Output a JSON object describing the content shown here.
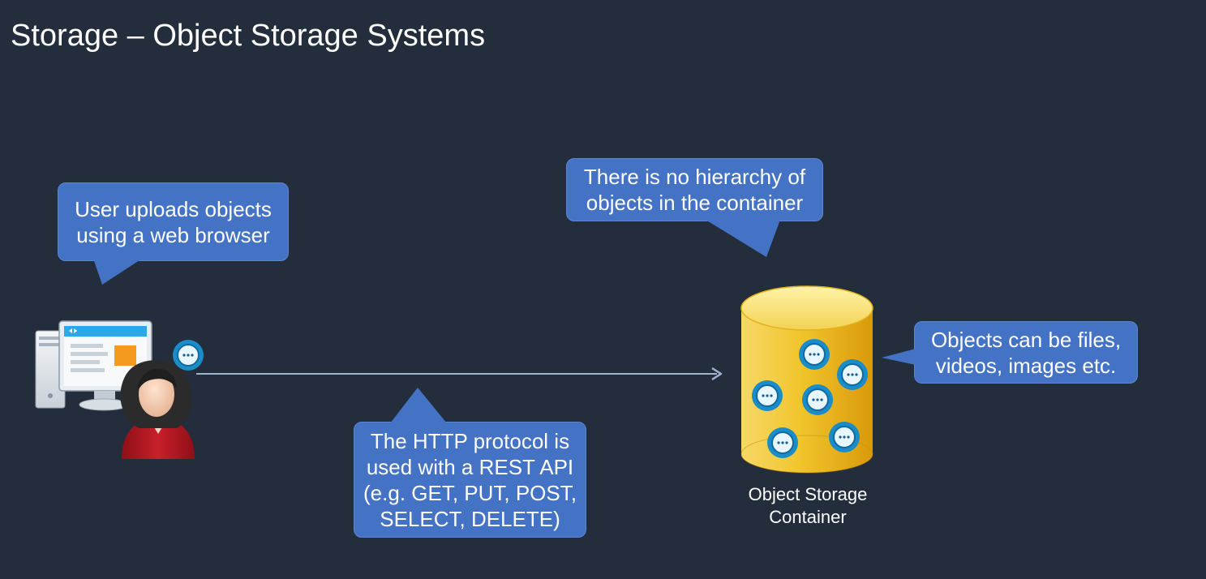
{
  "title": "Storage – Object Storage Systems",
  "callouts": {
    "user": [
      "User uploads objects",
      "using a web browser"
    ],
    "hierarchy": [
      "There is no hierarchy of",
      "objects in the container"
    ],
    "objects": [
      "Objects can be files,",
      "videos, images etc."
    ],
    "http": [
      "The HTTP protocol is",
      "used with a REST API",
      "(e.g. GET, PUT, POST,",
      "SELECT, DELETE)"
    ]
  },
  "container_label": [
    "Object Storage",
    "Container"
  ],
  "icons": {
    "user": "user-at-computer-icon",
    "object": "object-icon",
    "container": "storage-cylinder-icon",
    "arrow": "upload-arrow"
  },
  "colors": {
    "background": "#232d3b",
    "callout": "#4472c4",
    "cylinder": "#f0be1e",
    "object": "#1a8cc7",
    "arrow": "#9fb3cf"
  }
}
